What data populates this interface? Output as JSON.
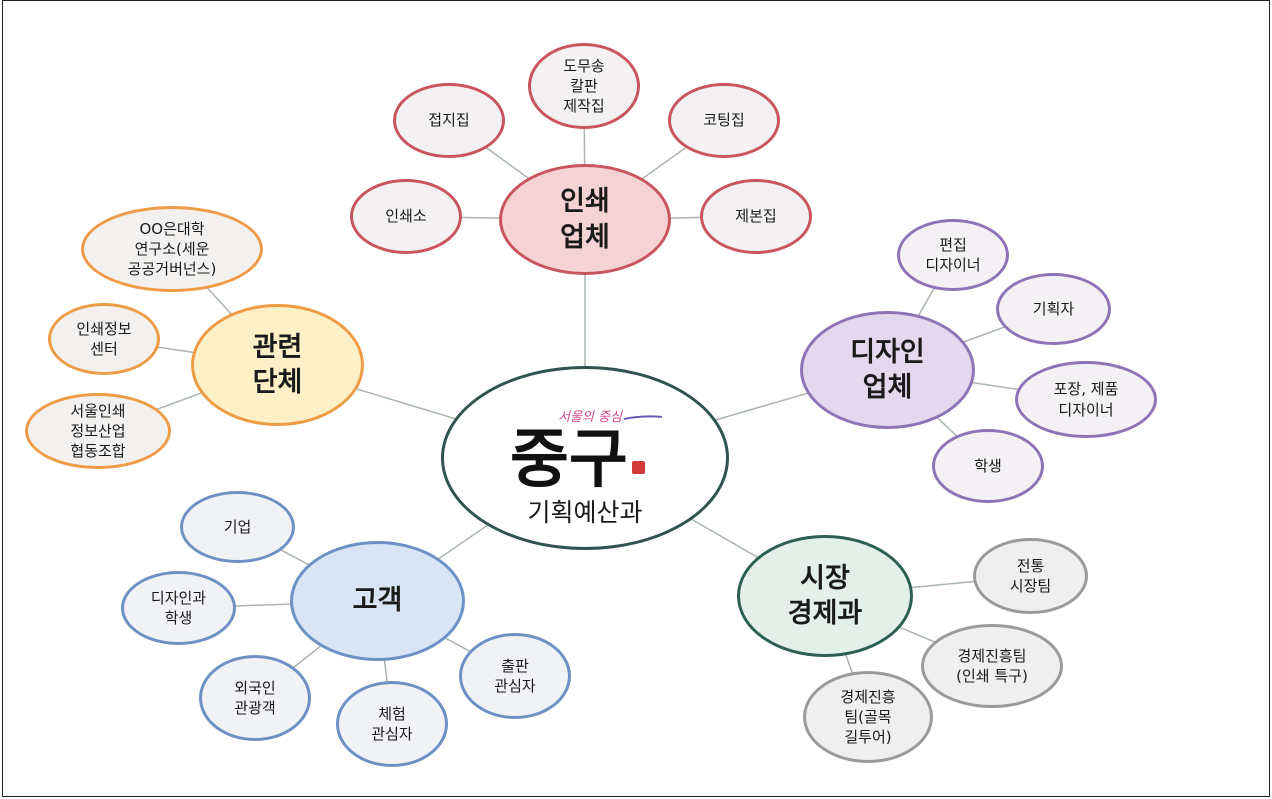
{
  "center": {
    "label": "기획예산과",
    "logo": {
      "name": "jung-gu-logo",
      "script_text": "서울의 중심",
      "main_text": "중구"
    }
  },
  "groups": [
    {
      "id": "print",
      "hub": "인쇄\n업체",
      "leaves": [
        "접지집",
        "도무송\n칼판\n제작집",
        "코팅집",
        "인쇄소",
        "제본집"
      ]
    },
    {
      "id": "design",
      "hub": "디자인\n업체",
      "leaves": [
        "편집\n디자이너",
        "기획자",
        "포장, 제품\n디자이너",
        "학생"
      ]
    },
    {
      "id": "org",
      "hub": "관련\n단체",
      "leaves": [
        "OO은대학\n연구소(세운\n공공거버넌스)",
        "인쇄정보\n센터",
        "서울인쇄\n정보산업\n협동조합"
      ]
    },
    {
      "id": "cust",
      "hub": "고객",
      "leaves": [
        "기업",
        "디자인과\n학생",
        "외국인\n관광객",
        "체험\n관심자",
        "출판\n관심자"
      ]
    },
    {
      "id": "econ",
      "hub": "시장\n경제과",
      "leaves": [
        "전통\n시장팀",
        "경제진흥팀\n(인쇄 특구)",
        "경제진흥\n팀(골목\n길투어)"
      ]
    }
  ],
  "colors": {
    "print": "#c9555e",
    "design": "#8e74b6",
    "org": "#ee9b46",
    "cust": "#6e91c5",
    "econ": "#2d5e54",
    "edge": "#aab5ad"
  }
}
